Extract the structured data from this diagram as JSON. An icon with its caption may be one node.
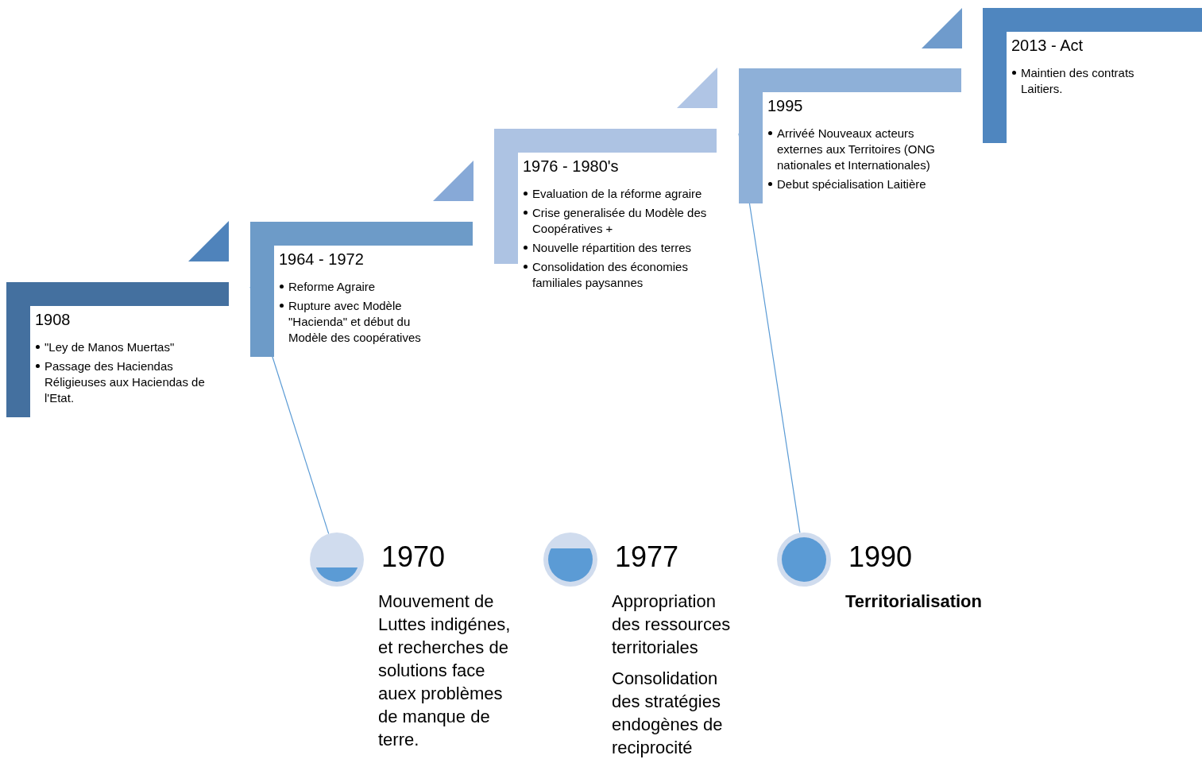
{
  "diagram": {
    "nodes": [
      {
        "text": [
          "1908",
          "\"Ley de Manos Muertas\"",
          "Passage des Haciendas Réligieuses aux Haciendas de l'Etat."
        ]
      },
      {
        "text": [
          "1964 - 1972",
          "Reforme Agraire",
          "Rupture avec Modèle \"Hacienda\" et début du Modèle des coopératives"
        ]
      },
      {
        "text": [
          "1976 - 1980's",
          "Evaluation de la réforme agraire",
          "Crise generalisée du Modèle des Coopératives +",
          "Nouvelle répartition des terres",
          "Consolidation des économies familiales paysannes"
        ]
      },
      {
        "text": [
          "1995",
          "Arrivéé Nouveaux acteurs externes aux Territoires (ONG nationales et Internationales)",
          "Debut spécialisation Laitière"
        ]
      },
      {
        "text": [
          "2013 - Act",
          "Maintien des contrats Laitiers."
        ]
      },
      {
        "text": [
          "1970",
          "Mouvement de Luttes indigénes, et recherches de solutions face auex problèmes de manque de terre."
        ]
      },
      {
        "text": [
          "1977",
          "Appropriation des ressources territoriales",
          "Consolidation des stratégies endogènes de reciprocité"
        ]
      },
      {
        "text": [
          "1990",
          "Territorialisation"
        ]
      }
    ],
    "edges": [
      {
        "from": 5,
        "to": 1,
        "arrow": "none"
      },
      {
        "from": 7,
        "to": 3,
        "arrow": "none"
      }
    ]
  }
}
